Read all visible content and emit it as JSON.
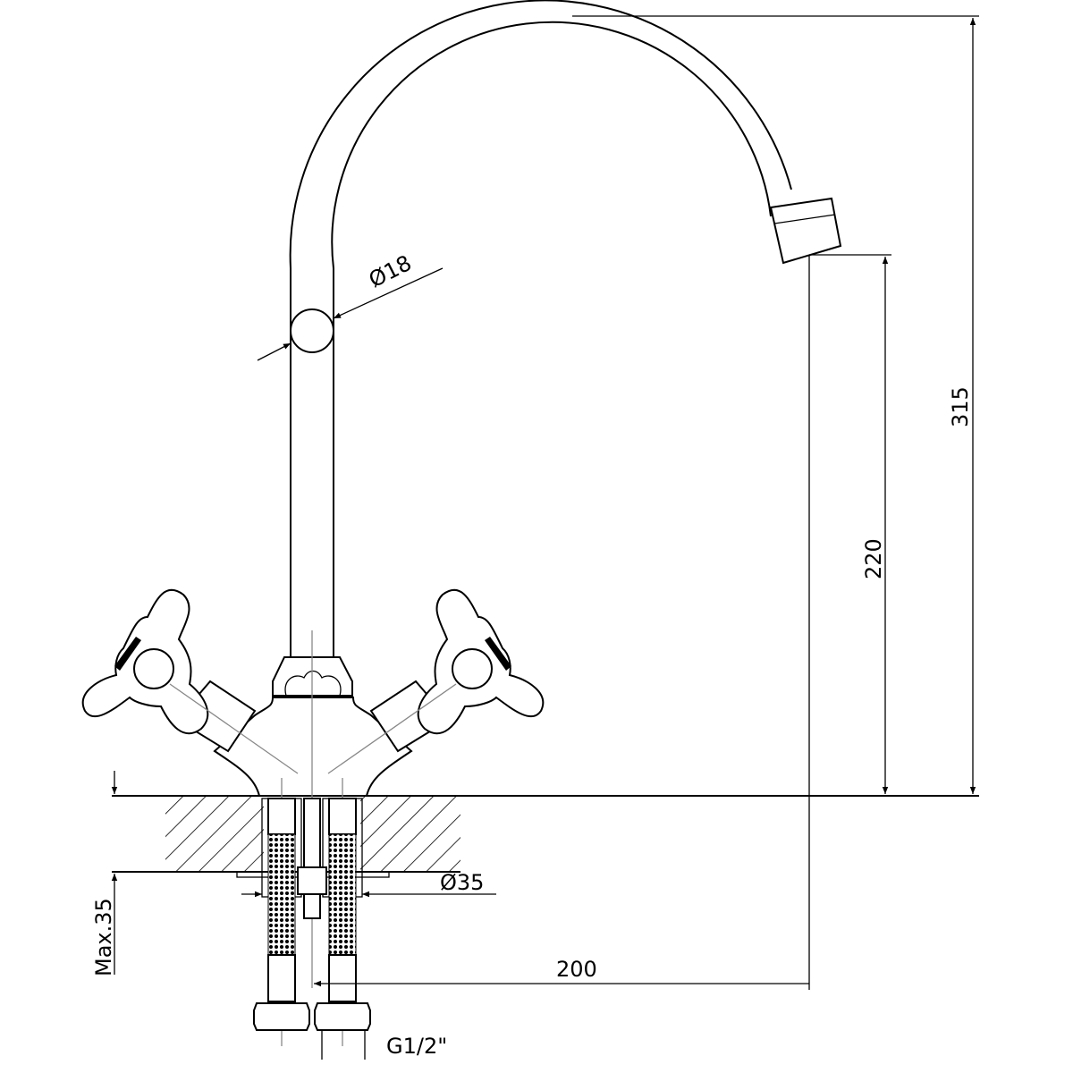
{
  "drawing": {
    "title": "Two-handle faucet dimensional drawing",
    "units": "mm",
    "dimensions": {
      "spout_diameter": "Ø18",
      "total_height": "315",
      "spout_outlet_height": "220",
      "mounting_hole": "Ø35",
      "max_counter_thickness": "Max.35",
      "spout_reach": "200",
      "connection_thread": "G1/2\""
    },
    "line_color": "#000000",
    "centerline_color": "#888888"
  }
}
